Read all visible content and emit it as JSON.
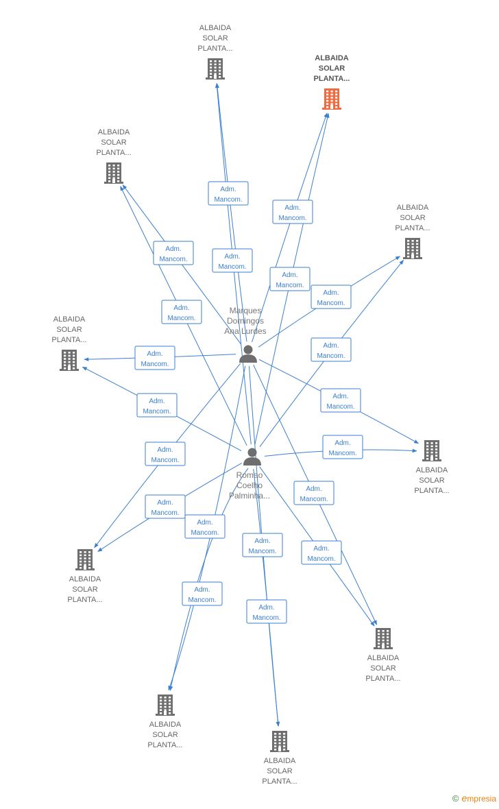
{
  "colors": {
    "edge": "#3b7fcf",
    "company": "#6e6e6e",
    "highlight": "#f26a3d",
    "person": "#6e6e6e"
  },
  "people": [
    {
      "id": "p1",
      "label": [
        "Marques",
        "Domingos",
        "Ana Lurdes"
      ]
    },
    {
      "id": "p2",
      "label": [
        "Romao",
        "Coelho",
        "Palminha..."
      ]
    }
  ],
  "companies": [
    {
      "id": "c1",
      "label": [
        "ALBAIDA",
        "SOLAR",
        "PLANTA..."
      ],
      "highlight": false
    },
    {
      "id": "c2",
      "label": [
        "ALBAIDA",
        "SOLAR",
        "PLANTA..."
      ],
      "highlight": true
    },
    {
      "id": "c3",
      "label": [
        "ALBAIDA",
        "SOLAR",
        "PLANTA..."
      ],
      "highlight": false
    },
    {
      "id": "c4",
      "label": [
        "ALBAIDA",
        "SOLAR",
        "PLANTA..."
      ],
      "highlight": false
    },
    {
      "id": "c5",
      "label": [
        "ALBAIDA",
        "SOLAR",
        "PLANTA..."
      ],
      "highlight": false
    },
    {
      "id": "c6",
      "label": [
        "ALBAIDA",
        "SOLAR",
        "PLANTA..."
      ],
      "highlight": false
    },
    {
      "id": "c7",
      "label": [
        "ALBAIDA",
        "SOLAR",
        "PLANTA..."
      ],
      "highlight": false
    },
    {
      "id": "c8",
      "label": [
        "ALBAIDA",
        "SOLAR",
        "PLANTA..."
      ],
      "highlight": false
    },
    {
      "id": "c9",
      "label": [
        "ALBAIDA",
        "SOLAR",
        "PLANTA..."
      ],
      "highlight": false
    },
    {
      "id": "c10",
      "label": [
        "ALBAIDA",
        "SOLAR",
        "PLANTA..."
      ],
      "highlight": false
    }
  ],
  "edges": [
    {
      "from": "p1",
      "to": "c1",
      "label": [
        "Adm.",
        "Mancom."
      ]
    },
    {
      "from": "p2",
      "to": "c1",
      "label": [
        "Adm.",
        "Mancom."
      ]
    },
    {
      "from": "p1",
      "to": "c2",
      "label": [
        "Adm.",
        "Mancom."
      ]
    },
    {
      "from": "p2",
      "to": "c2",
      "label": [
        "Adm.",
        "Mancom."
      ]
    },
    {
      "from": "p1",
      "to": "c3",
      "label": [
        "Adm.",
        "Mancom."
      ]
    },
    {
      "from": "p2",
      "to": "c3",
      "label": [
        "Adm.",
        "Mancom."
      ]
    },
    {
      "from": "p1",
      "to": "c4",
      "label": [
        "Adm.",
        "Mancom."
      ]
    },
    {
      "from": "p2",
      "to": "c4",
      "label": [
        "Adm.",
        "Mancom."
      ]
    },
    {
      "from": "p1",
      "to": "c5",
      "label": [
        "Adm.",
        "Mancom."
      ]
    },
    {
      "from": "p2",
      "to": "c5",
      "label": [
        "Adm.",
        "Mancom."
      ]
    },
    {
      "from": "p1",
      "to": "c6",
      "label": [
        "Adm.",
        "Mancom."
      ]
    },
    {
      "from": "p2",
      "to": "c6",
      "label": [
        "Adm.",
        "Mancom."
      ]
    },
    {
      "from": "p1",
      "to": "c7",
      "label": [
        "Adm.",
        "Mancom."
      ]
    },
    {
      "from": "p2",
      "to": "c7",
      "label": [
        "Adm.",
        "Mancom."
      ]
    },
    {
      "from": "p1",
      "to": "c8",
      "label": [
        "Adm.",
        "Mancom."
      ]
    },
    {
      "from": "p2",
      "to": "c8",
      "label": [
        "Adm.",
        "Mancom."
      ]
    },
    {
      "from": "p1",
      "to": "c9",
      "label": [
        "Adm.",
        "Mancom."
      ]
    },
    {
      "from": "p2",
      "to": "c9",
      "label": [
        "Adm.",
        "Mancom."
      ]
    },
    {
      "from": "p1",
      "to": "c10",
      "label": [
        "Adm.",
        "Mancom."
      ]
    },
    {
      "from": "p2",
      "to": "c10",
      "label": [
        "Adm.",
        "Mancom."
      ]
    }
  ],
  "watermark": {
    "symbol": "©",
    "brand_initial": "e",
    "brand_rest": "mpresia"
  }
}
